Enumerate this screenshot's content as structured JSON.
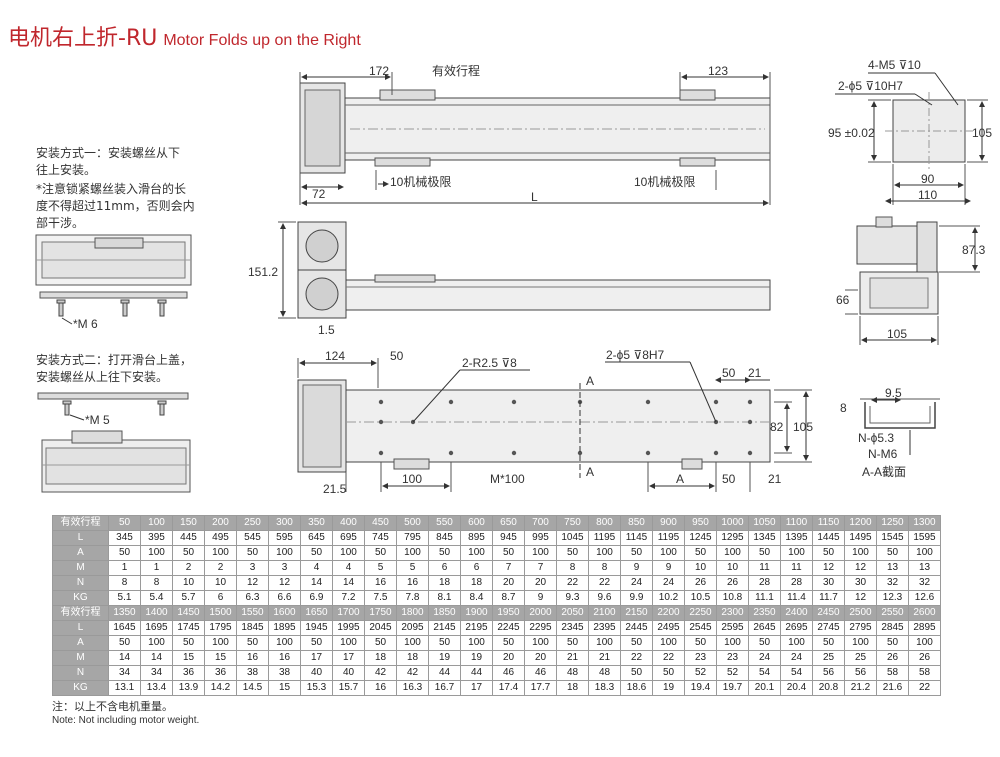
{
  "title": {
    "cn": "电机右上折-RU",
    "en": "Motor Folds up on the Right"
  },
  "install": {
    "method1": [
      "安装方式一：安装螺丝从下",
      "往上安装。"
    ],
    "caution": [
      "*注意锁紧螺丝装入滑台的长",
      "度不得超过11mm，否则会内",
      "部干涉。"
    ],
    "method2": [
      "安装方式二：打开滑台上盖，",
      "安装螺丝从上往下安装。"
    ],
    "screw1": "*M 6",
    "screw2": "*M 5"
  },
  "drawing": {
    "top": {
      "d172": "172",
      "stroke": "有效行程",
      "d123": "123",
      "d72": "72",
      "L": "L",
      "limit_left": "10机械极限",
      "limit_right": "10机械极限"
    },
    "side": {
      "h151": "151.2",
      "t15": "1.5"
    },
    "bottom": {
      "d124": "124",
      "d50": "50",
      "r25": "2-R2.5",
      "r25d": "8",
      "holes": "2-",
      "holes_d": "5",
      "holes_h": "8H7",
      "A": "A",
      "d50b": "50",
      "d21": "21",
      "d82": "82",
      "d105": "105",
      "d215": "21.5",
      "d100": "100",
      "m100": "M*100",
      "A2": "A",
      "d50c": "50",
      "d21b": "21"
    },
    "end": {
      "m5": "4-M5",
      "m5d": "10",
      "pin": "2-",
      "pin_d": "5",
      "pin_h": "10H7",
      "d95": "95 ±0.02",
      "d105": "105",
      "d90": "90",
      "d110": "110"
    },
    "motor": {
      "d873": "87.3",
      "d66": "66",
      "d105": "105"
    },
    "section": {
      "d95": "9.5",
      "d8": "8",
      "n53": "N-",
      "n53d": "5.3",
      "nm6": "N-M6",
      "caption": "A-A截面"
    }
  },
  "table": {
    "headers": [
      "有效行程",
      "L",
      "A",
      "M",
      "N",
      "KG"
    ],
    "rows1": [
      [
        "50",
        "100",
        "150",
        "200",
        "250",
        "300",
        "350",
        "400",
        "450",
        "500",
        "550",
        "600",
        "650",
        "700",
        "750",
        "800",
        "850",
        "900",
        "950",
        "1000",
        "1050",
        "1100",
        "1150",
        "1200",
        "1250",
        "1300"
      ],
      [
        "345",
        "395",
        "445",
        "495",
        "545",
        "595",
        "645",
        "695",
        "745",
        "795",
        "845",
        "895",
        "945",
        "995",
        "1045",
        "1195",
        "1145",
        "1195",
        "1245",
        "1295",
        "1345",
        "1395",
        "1445",
        "1495",
        "1545",
        "1595"
      ],
      [
        "50",
        "100",
        "50",
        "100",
        "50",
        "100",
        "50",
        "100",
        "50",
        "100",
        "50",
        "100",
        "50",
        "100",
        "50",
        "100",
        "50",
        "100",
        "50",
        "100",
        "50",
        "100",
        "50",
        "100",
        "50",
        "100"
      ],
      [
        "1",
        "1",
        "2",
        "2",
        "3",
        "3",
        "4",
        "4",
        "5",
        "5",
        "6",
        "6",
        "7",
        "7",
        "8",
        "8",
        "9",
        "9",
        "10",
        "10",
        "11",
        "11",
        "12",
        "12",
        "13",
        "13"
      ],
      [
        "8",
        "8",
        "10",
        "10",
        "12",
        "12",
        "14",
        "14",
        "16",
        "16",
        "18",
        "18",
        "20",
        "20",
        "22",
        "22",
        "24",
        "24",
        "26",
        "26",
        "28",
        "28",
        "30",
        "30",
        "32",
        "32"
      ],
      [
        "5.1",
        "5.4",
        "5.7",
        "6",
        "6.3",
        "6.6",
        "6.9",
        "7.2",
        "7.5",
        "7.8",
        "8.1",
        "8.4",
        "8.7",
        "9",
        "9.3",
        "9.6",
        "9.9",
        "10.2",
        "10.5",
        "10.8",
        "11.1",
        "11.4",
        "11.7",
        "12",
        "12.3",
        "12.6"
      ]
    ],
    "rows2": [
      [
        "1350",
        "1400",
        "1450",
        "1500",
        "1550",
        "1600",
        "1650",
        "1700",
        "1750",
        "1800",
        "1850",
        "1900",
        "1950",
        "2000",
        "2050",
        "2100",
        "2150",
        "2200",
        "2250",
        "2300",
        "2350",
        "2400",
        "2450",
        "2500",
        "2550",
        "2600"
      ],
      [
        "1645",
        "1695",
        "1745",
        "1795",
        "1845",
        "1895",
        "1945",
        "1995",
        "2045",
        "2095",
        "2145",
        "2195",
        "2245",
        "2295",
        "2345",
        "2395",
        "2445",
        "2495",
        "2545",
        "2595",
        "2645",
        "2695",
        "2745",
        "2795",
        "2845",
        "2895"
      ],
      [
        "50",
        "100",
        "50",
        "100",
        "50",
        "100",
        "50",
        "100",
        "50",
        "100",
        "50",
        "100",
        "50",
        "100",
        "50",
        "100",
        "50",
        "100",
        "50",
        "100",
        "50",
        "100",
        "50",
        "100",
        "50",
        "100"
      ],
      [
        "14",
        "14",
        "15",
        "15",
        "16",
        "16",
        "17",
        "17",
        "18",
        "18",
        "19",
        "19",
        "20",
        "20",
        "21",
        "21",
        "22",
        "22",
        "23",
        "23",
        "24",
        "24",
        "25",
        "25",
        "26",
        "26"
      ],
      [
        "34",
        "34",
        "36",
        "36",
        "38",
        "38",
        "40",
        "40",
        "42",
        "42",
        "44",
        "44",
        "46",
        "46",
        "48",
        "48",
        "50",
        "50",
        "52",
        "52",
        "54",
        "54",
        "56",
        "56",
        "58",
        "58"
      ],
      [
        "13.1",
        "13.4",
        "13.9",
        "14.2",
        "14.5",
        "15",
        "15.3",
        "15.7",
        "16",
        "16.3",
        "16.7",
        "17",
        "17.4",
        "17.7",
        "18",
        "18.3",
        "18.6",
        "19",
        "19.4",
        "19.7",
        "20.1",
        "20.4",
        "20.8",
        "21.2",
        "21.6",
        "22"
      ]
    ]
  },
  "footnote": {
    "cn": "注：以上不含电机重量。",
    "en": "Note: Not including motor weight."
  },
  "colors": {
    "accent": "#c0272d",
    "header_bg": "#a6a6a6",
    "body_fill": "#e8e8e8"
  }
}
